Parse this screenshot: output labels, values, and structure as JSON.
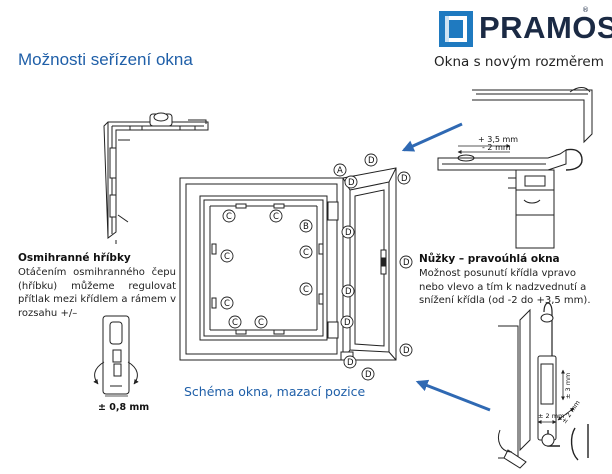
{
  "title": "Možnosti seřízení okna",
  "brand": {
    "name": "PRAMOS",
    "registered_mark": "®",
    "slogan": "Okna s novým rozměrem",
    "logo_color": "#1f7ac0"
  },
  "left_section": {
    "title": "Osmihranné hříbky",
    "body": "Otáčením osmihranného čepu (hříbku) můžeme regulovat přítlak mezi křídlem a rámem v rozsahu +/–",
    "dimension": "± 0,8 mm"
  },
  "right_section": {
    "title": "Nůžky – pravoúhlá okna",
    "body": "Možnost posunutí křídla vpravo nebo vlevo a tím k nadzvednutí a snížení křídla (od -2 do +3,5 mm).",
    "dim_plus": "+ 3,5 mm",
    "dim_minus": "- 2 mm"
  },
  "bottom_right": {
    "dim_vertical": "± 3 mm",
    "dim_diagonal": "± 2 mm",
    "dim_horizontal": "± 2 mm"
  },
  "caption": "Schéma okna, mazací pozice",
  "markers": {
    "a": "A",
    "b": "B",
    "c": "C",
    "d": "D"
  },
  "colors": {
    "accent_blue": "#1f5fa8",
    "arrow_blue": "#2f69b3",
    "line": "#222222"
  }
}
